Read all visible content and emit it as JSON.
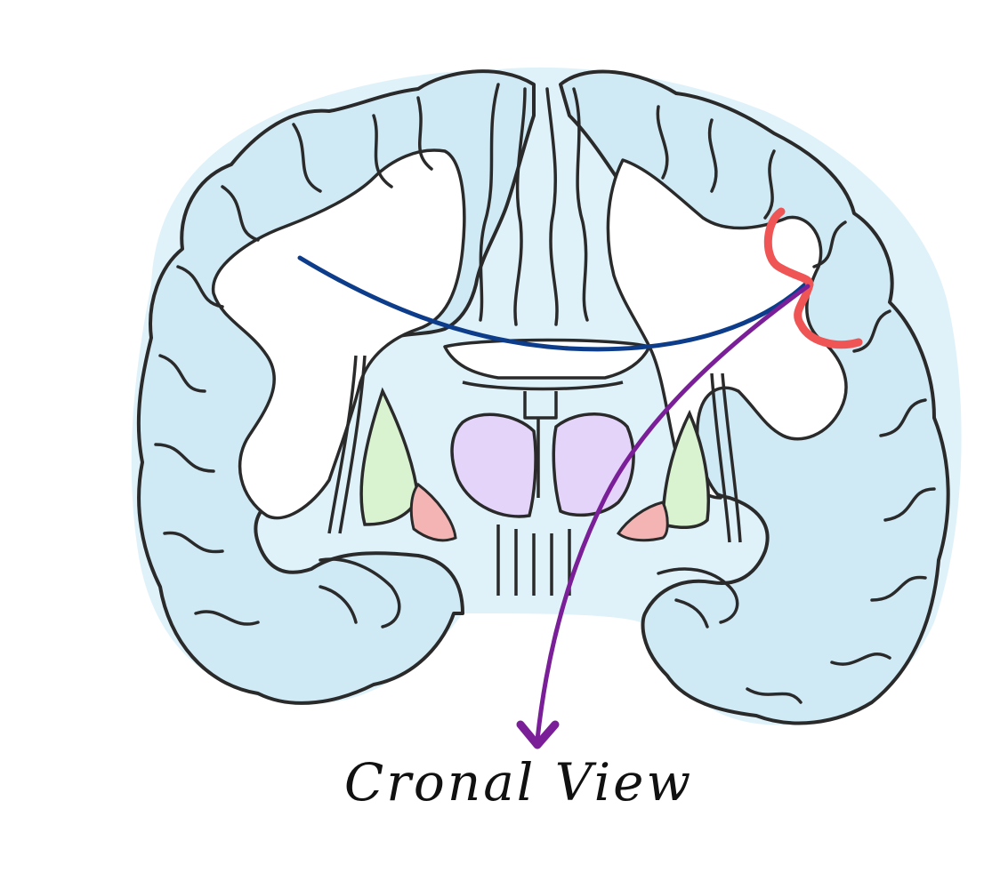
{
  "caption": "Cronal View",
  "colors": {
    "outline": "#2a2a2a",
    "tissue_fill": "#cfeaf5",
    "tissue_wash": "#dff2fa",
    "nucleus_green": "#d9f2d0",
    "nucleus_pink": "#f4b4b4",
    "thalamus_purple": "#e4d4fa",
    "navy_arc": "#0d3d8a",
    "red_mark": "#f05555",
    "purple_arrow": "#7a1f98"
  },
  "icons": [
    "brain-illustration",
    "red-curve-marker",
    "arrow-down-icon"
  ]
}
